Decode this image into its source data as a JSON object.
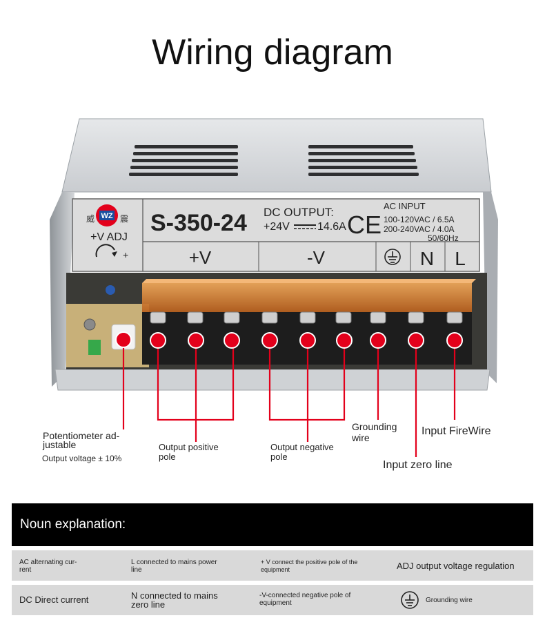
{
  "title": "Wiring diagram",
  "product": {
    "model": "S-350-24",
    "dc_output_label": "DC  OUTPUT:",
    "dc_output_value": "+24V",
    "dc_output_current": "14.6A",
    "ce_mark": "CE",
    "ac_input_label": "AC  INPUT",
    "ac_input_line1": "100-120VAC / 6.5A",
    "ac_input_line2": "200-240VAC / 4.0A",
    "ac_input_freq": "50/60Hz",
    "logo_char_left": "威",
    "logo_char_right": "震",
    "adj_label": "+V  ADJ",
    "adj_arrow_label": "+",
    "terminal_labels": [
      "+V",
      "-V",
      "N",
      "L"
    ]
  },
  "callouts": {
    "pot_line1": "Potentiometer ad-",
    "pot_line2": "justable",
    "pot_line3": "Output voltage ± 10%",
    "out_pos_line1": "Output positive",
    "out_pos_line2": "pole",
    "out_neg_line1": "Output negative",
    "out_neg_line2": "pole",
    "ground_line1": "Grounding",
    "ground_line2": "wire",
    "fire": "Input FireWire",
    "zero": "Input zero line"
  },
  "noun": {
    "header": "Noun explanation:",
    "row1": {
      "c1_line1": "AC alternating cur-",
      "c1_line2": "rent",
      "c2_line1": "L connected to mains power",
      "c2_line2": "line",
      "c3_line1": "+ V connect the positive pole of the",
      "c3_line2": "equipment",
      "c4": "ADJ output voltage regulation"
    },
    "row2": {
      "c1": "DC Direct current",
      "c2_line1": "N connected to mains",
      "c2_line2": "zero line",
      "c3_line1": "-V-connected negative pole of",
      "c3_line2": "equipment",
      "c4": "Grounding wire"
    }
  },
  "colors": {
    "marker_red": "#e3001b",
    "lead_red": "#e3001b",
    "label_panel": "#dcdcdc",
    "terminal_amber": "#d9822b",
    "pcb": "#c8b079",
    "casing": "#b9bcc0"
  }
}
